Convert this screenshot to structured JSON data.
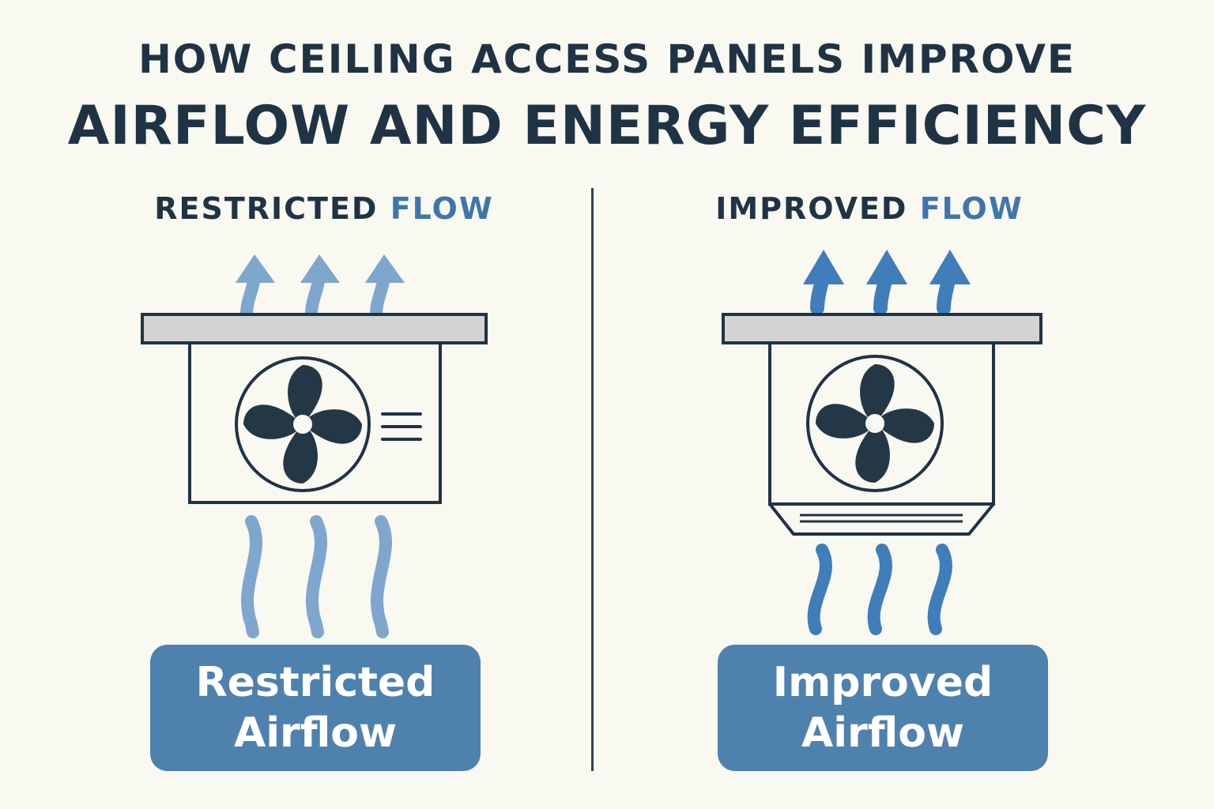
{
  "title": {
    "line1": "HOW CEILING ACCESS PANELS IMPROVE",
    "line2": "AIRFLOW AND ENERGY EFFICIENCY"
  },
  "left_panel": {
    "heading_prefix": "RESTRICTED",
    "heading_accent": "FLOW",
    "label_line1": "Restricted",
    "label_line2": "Airflow"
  },
  "right_panel": {
    "heading_prefix": "IMPROVED",
    "heading_accent": "FLOW",
    "label_line1": "Improved",
    "label_line2": "Airflow"
  },
  "colors": {
    "background": "#f9f8f1",
    "dark": "#1f3345",
    "accent_blue": "#3f76aa",
    "label_box": "#4f81af",
    "restricted_arrow": "#7fa6cc",
    "improved_arrow": "#3f7dbb",
    "ceiling_panel": "#d3d3d3"
  },
  "icons": {
    "fan": "fan-icon",
    "arrow_up": "arrow-up-icon",
    "airflow_wave": "airflow-wave-icon"
  }
}
